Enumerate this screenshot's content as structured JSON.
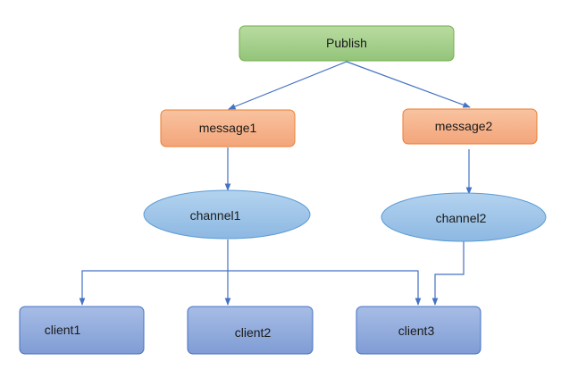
{
  "diagram": {
    "nodes": {
      "publish": {
        "label": "Publish"
      },
      "message1": {
        "label": "message1"
      },
      "message2": {
        "label": "message2"
      },
      "channel1": {
        "label": "channel1"
      },
      "channel2": {
        "label": "channel2"
      },
      "client1": {
        "label": "client1"
      },
      "client2": {
        "label": "client2"
      },
      "client3": {
        "label": "client3"
      }
    },
    "edges": [
      {
        "from": "publish",
        "to": "message1"
      },
      {
        "from": "publish",
        "to": "message2"
      },
      {
        "from": "message1",
        "to": "channel1"
      },
      {
        "from": "message2",
        "to": "channel2"
      },
      {
        "from": "channel1",
        "to": "client1"
      },
      {
        "from": "channel1",
        "to": "client2"
      },
      {
        "from": "channel1",
        "to": "client3"
      },
      {
        "from": "channel2",
        "to": "client3"
      }
    ],
    "colors": {
      "publish_fill": "#a9d18e",
      "publish_stroke": "#70ad47",
      "message_fill": "#f4b183",
      "message_stroke": "#ed7d31",
      "channel_fill": "#9dc3e6",
      "channel_stroke": "#5b9bd5",
      "client_fill": "#8faadc",
      "client_stroke": "#4472c4",
      "edge": "#4472c4"
    }
  }
}
